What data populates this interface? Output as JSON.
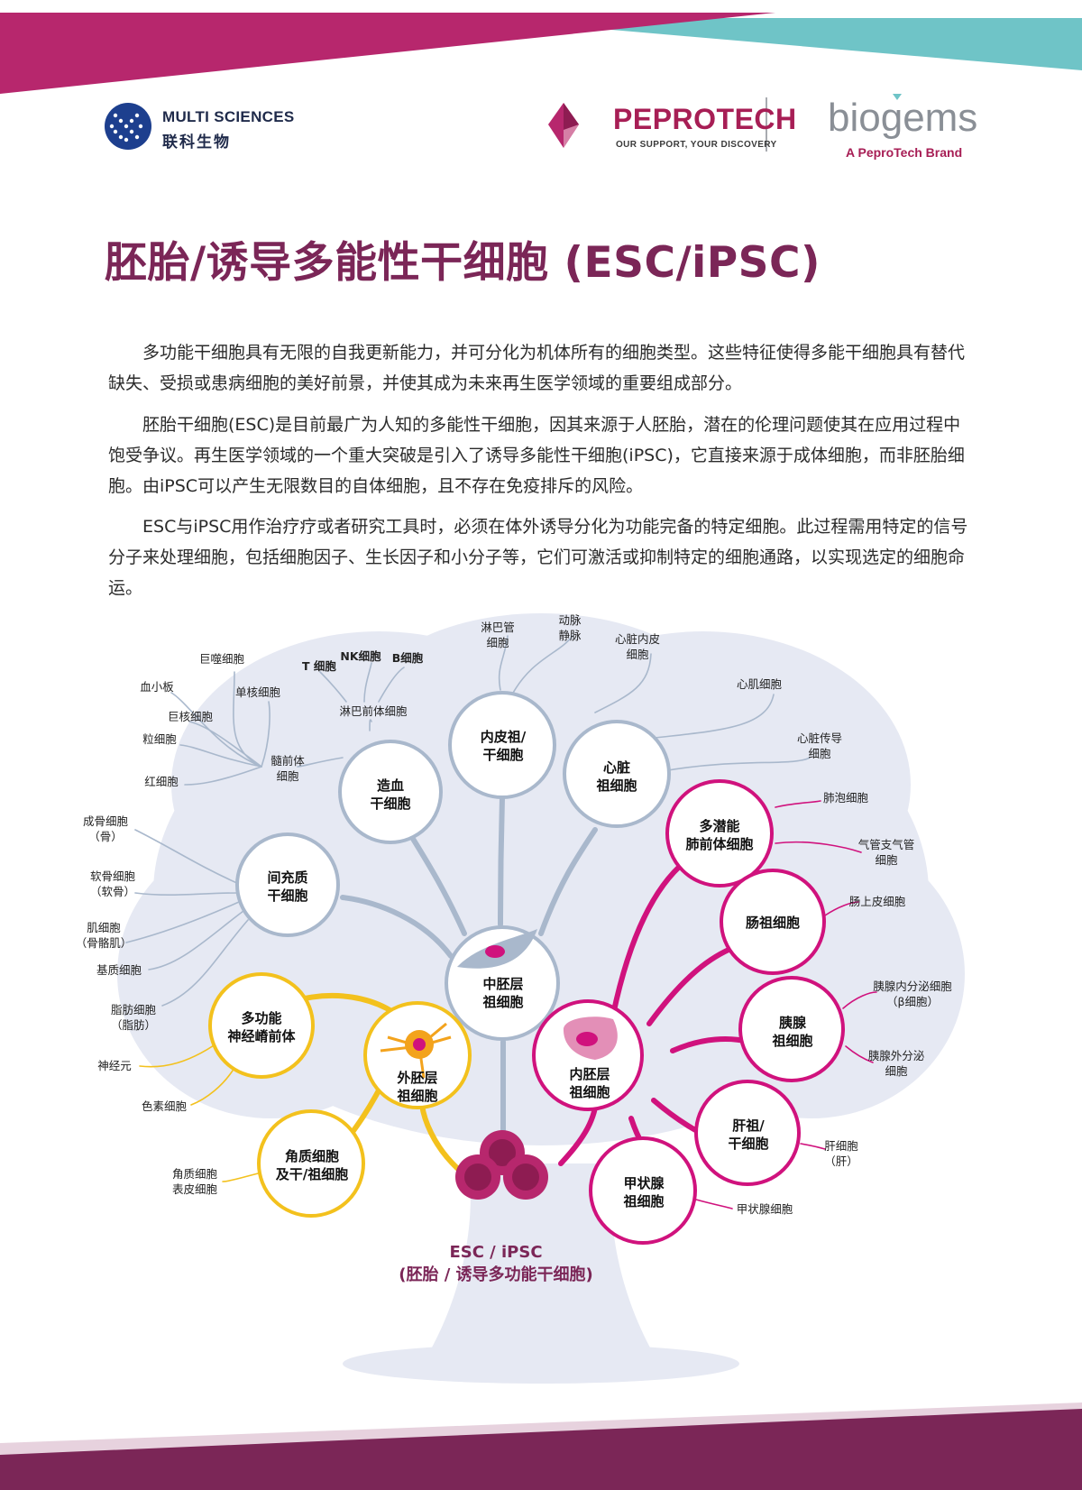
{
  "header": {
    "multi_sciences": {
      "name": "MULTI SCIENCES",
      "name_cn": "联科生物"
    },
    "peprotech": {
      "name": "PEPROTECH",
      "tagline": "OUR SUPPORT, YOUR DISCOVERY"
    },
    "biogems": {
      "name": "biogems",
      "tagline": "A PeproTech Brand"
    }
  },
  "title": "胚胎/诱导多能性干细胞 (ESC/iPSC)",
  "paragraphs": [
    "多功能干细胞具有无限的自我更新能力，并可分化为机体所有的细胞类型。这些特征使得多能干细胞具有替代缺失、受损或患病细胞的美好前景，并使其成为未来再生医学领域的重要组成部分。",
    "胚胎干细胞(ESC)是目前最广为人知的多能性干细胞，因其来源于人胚胎，潜在的伦理问题使其在应用过程中饱受争议。再生医学领域的一个重大突破是引入了诱导多能性干细胞(iPSC)，它直接来源于成体细胞，而非胚胎细胞。由iPSC可以产生无限数目的自体细胞，且不存在免疫排斥的风险。",
    "ESC与iPSC用作治疗疗或者研究工具时，必须在体外诱导分化为功能完备的特定细胞。此过程需用特定的信号分子来处理细胞，包括细胞因子、生长因子和小分子等，它们可激活或抑制特定的细胞通路，以实现选定的细胞命运。"
  ],
  "diagram": {
    "root": {
      "line1": "ESC / iPSC",
      "line2": "(胚胎 / 诱导多功能干细胞)"
    },
    "colors": {
      "gray": "#a9b8cc",
      "magenta": "#d0127d",
      "yellow": "#f3c11d",
      "tree": "#e6e9f3",
      "text": "#111111",
      "root_text": "#7b2657"
    },
    "nodes": {
      "mesoderm": [
        "中胚层",
        "祖细胞"
      ],
      "ectoderm": [
        "外胚层",
        "祖细胞"
      ],
      "endoderm": [
        "内胚层",
        "祖细胞"
      ],
      "hematopoietic": [
        "造血",
        "干细胞"
      ],
      "endothelial": [
        "内皮祖/",
        "干细胞"
      ],
      "cardiac": [
        "心脏",
        "祖细胞"
      ],
      "mesenchymal": [
        "间充质",
        "干细胞"
      ],
      "neural_crest": [
        "多功能",
        "神经嵴前体"
      ],
      "keratinocyte": [
        "角质细胞",
        "及干/祖细胞"
      ],
      "lung": [
        "多潜能",
        "肺前体细胞"
      ],
      "intestine": [
        "肠祖细胞"
      ],
      "pancreas": [
        "胰腺",
        "祖细胞"
      ],
      "liver": [
        "肝祖/",
        "干细胞"
      ],
      "thyroid": [
        "甲状腺",
        "祖细胞"
      ]
    },
    "labels": {
      "lymph_ec": [
        "淋巴管",
        "细胞"
      ],
      "artery_vein": [
        "动脉",
        "静脉"
      ],
      "endocardium": [
        "心脏内皮",
        "细胞"
      ],
      "cardiomyocyte": [
        "心肌细胞"
      ],
      "conduction": [
        "心脏传导",
        "细胞"
      ],
      "macrophage": [
        "巨噬细胞"
      ],
      "monocyte": [
        "单核细胞"
      ],
      "platelet": [
        "血小板"
      ],
      "megakaryocyte": [
        "巨核细胞"
      ],
      "granulocyte": [
        "粒细胞"
      ],
      "erythrocyte": [
        "红细胞"
      ],
      "myeloid": [
        "髓前体",
        "细胞"
      ],
      "t_cell": [
        "T 细胞"
      ],
      "nk_cell": [
        "NK细胞"
      ],
      "b_cell": [
        "B细胞"
      ],
      "lymphoid": [
        "淋巴前体细胞"
      ],
      "osteoblast": [
        "成骨细胞",
        "（骨）"
      ],
      "chondrocyte": [
        "软骨细胞",
        "（软骨）"
      ],
      "myocyte": [
        "肌细胞",
        "（骨骼肌）"
      ],
      "stromal": [
        "基质细胞"
      ],
      "adipocyte": [
        "脂肪细胞",
        "（脂肪）"
      ],
      "neuron": [
        "神经元"
      ],
      "melanocyte": [
        "色素细胞"
      ],
      "keratinocyte_label": [
        "角质细胞",
        "表皮细胞"
      ],
      "alveolar": [
        "肺泡细胞"
      ],
      "airway": [
        "气管支气管",
        "细胞"
      ],
      "intestinal_epi": [
        "肠上皮细胞"
      ],
      "pancreatic_endo": [
        "胰腺内分泌细胞",
        "（β细胞）"
      ],
      "pancreatic_exo": [
        "胰腺外分泌",
        "细胞"
      ],
      "hepatocyte": [
        "肝细胞",
        "（肝）"
      ],
      "thyroid_cell": [
        "甲状腺细胞"
      ]
    }
  }
}
